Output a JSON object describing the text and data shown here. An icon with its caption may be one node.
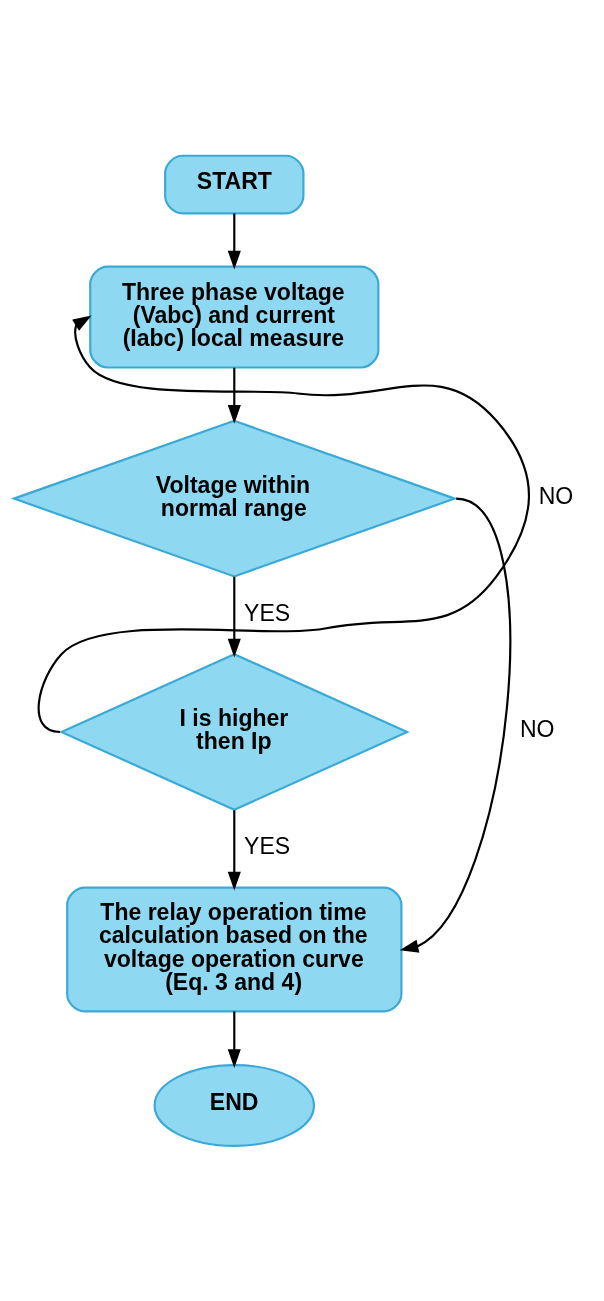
{
  "diagram": {
    "nodes": [
      {
        "text": [
          "START"
        ]
      },
      {
        "text": [
          "Three phase voltage (Vabc) and current (Iabc) local measure"
        ]
      },
      {
        "text": [
          "Voltage within normal range"
        ]
      },
      {
        "text": [
          "I is higher then Ip"
        ]
      },
      {
        "text": [
          "The relay operation time calculation based on the voltage operation curve (Eq. 3 and 4)"
        ]
      },
      {
        "text": [
          "END"
        ]
      }
    ],
    "edges": [
      {
        "from": 0,
        "to": 1,
        "arrow": "to"
      },
      {
        "from": 1,
        "to": 2,
        "arrow": "to"
      },
      {
        "from": 2,
        "to": 3,
        "arrow": "to",
        "label": "YES"
      },
      {
        "from": 2,
        "to": 4,
        "arrow": "to",
        "label": "NO"
      },
      {
        "from": 3,
        "to": 1,
        "arrow": "to",
        "label": "NO"
      },
      {
        "from": 3,
        "to": 4,
        "arrow": "to",
        "label": "YES"
      },
      {
        "from": 4,
        "to": 5,
        "arrow": "to"
      }
    ]
  }
}
